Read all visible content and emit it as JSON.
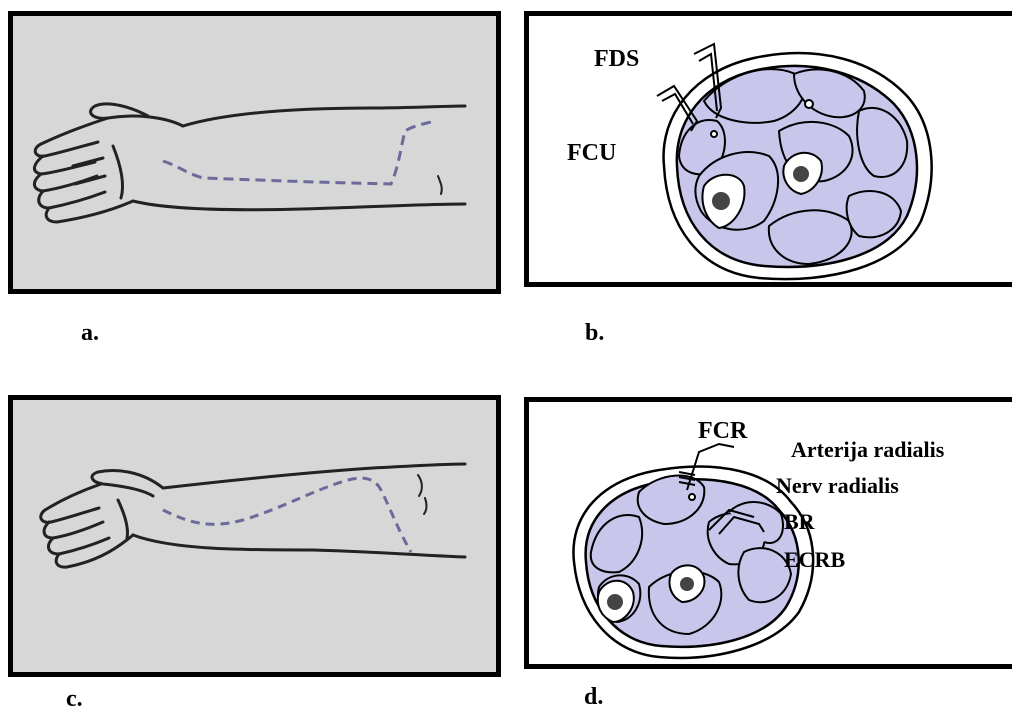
{
  "captions": {
    "a": "a.",
    "b": "b.",
    "c": "c.",
    "d": "d."
  },
  "labels_b": {
    "fds": "FDS",
    "fcu": "FCU"
  },
  "labels_d": {
    "fcr": "FCR",
    "arterija_radialis": "Arterija radialis",
    "nerv_radialis": "Nerv radialis",
    "br": "BR",
    "ecrb": "ECRB"
  },
  "colors": {
    "panel_gray": "#d7d7d7",
    "muscle_fill": "#c9c6ec",
    "outline": "#000000",
    "dashed_incision": "#6b6b9a"
  }
}
